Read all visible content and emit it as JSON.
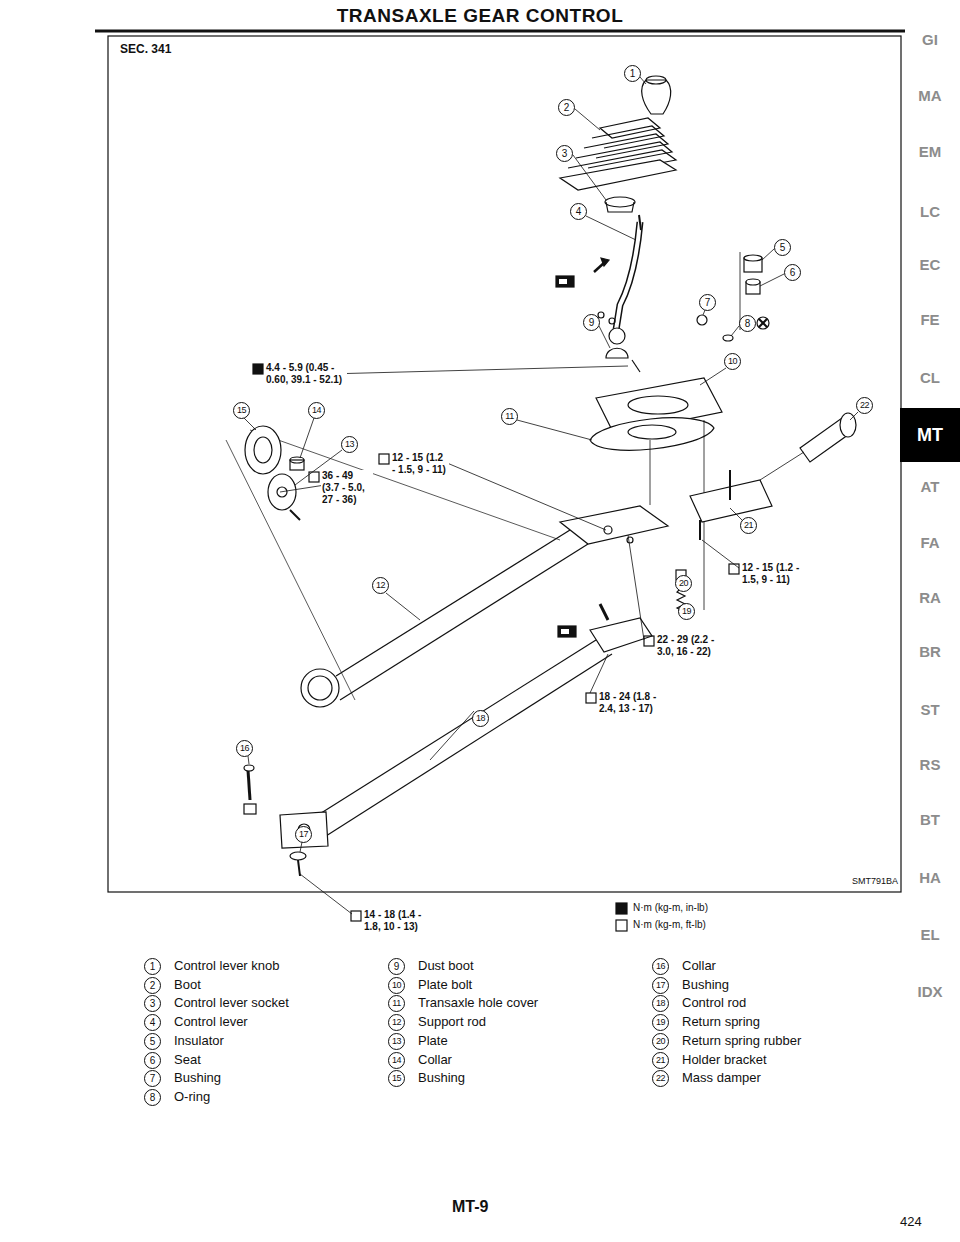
{
  "diagram": {
    "title": "TRANSAXLE GEAR CONTROL",
    "nodes": [
      {
        "text": [
          "MT"
        ]
      }
    ],
    "labels": [
      "SEC. 341",
      "1",
      "2",
      "3",
      "4",
      "5",
      "6",
      "7",
      "8",
      "9",
      "10",
      "11",
      "12",
      "13",
      "14",
      "15",
      "16",
      "17",
      "18",
      "19",
      "20",
      "21",
      "22",
      "4.4 - 5.9 (0.45 - 0.60, 39.1 - 52.1)",
      "36 - 49 (3.7 - 5.0, 27 - 36)",
      "12 - 15 (1.2 - 1.5, 9 - 11)",
      "12 - 15 (1.2 - 1.5, 9 - 11)",
      "22 - 29 (2.2 - 3.0, 16 - 22)",
      "18 - 24 (1.8 - 2.4, 13 - 17)",
      "14 - 18 (1.4 - 1.8, 10 - 13)",
      "SMT791BA",
      "1",
      "Control lever knob",
      "2",
      "Boot",
      "3",
      "Control lever socket",
      "4",
      "Control lever",
      "5",
      "Insulator",
      "6",
      "Seat",
      "7",
      "Bushing",
      "8",
      "O-ring",
      "9",
      "Dust boot",
      "10",
      "Plate bolt",
      "11",
      "Transaxle hole cover",
      "12",
      "Support rod",
      "13",
      "Plate",
      "14",
      "Collar",
      "15",
      "Bushing",
      "16",
      "Collar",
      "17",
      "Bushing",
      "18",
      "Control rod",
      "19",
      "Return spring",
      "20",
      "Return spring rubber",
      "21",
      "Holder bracket",
      "22",
      "Mass damper",
      "GI",
      "MA",
      "EM",
      "LC",
      "EC",
      "FE",
      "CL",
      "AT",
      "FA",
      "RA",
      "BR",
      "ST",
      "RS",
      "BT",
      "HA",
      "EL",
      "IDX",
      "MT-9",
      "424"
    ],
    "legend": [
      {
        "text": "N·m (kg-m, in-lb)"
      },
      {
        "text": "N·m (kg-m, ft-lb)"
      }
    ]
  }
}
